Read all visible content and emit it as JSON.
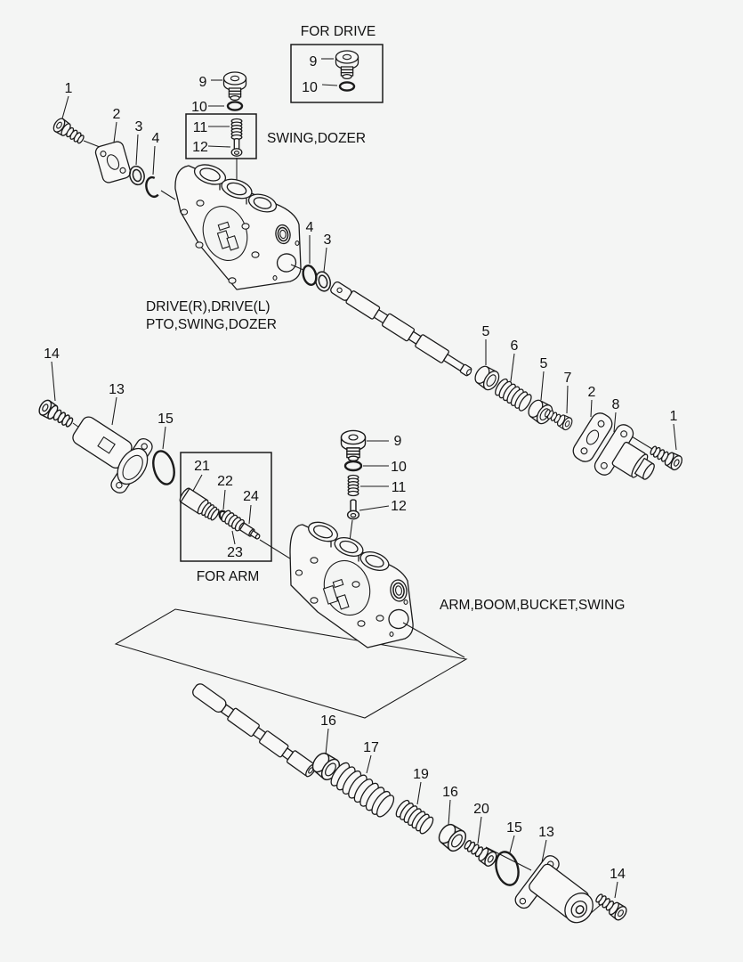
{
  "palette": {
    "background": "#f4f5f4",
    "line": "#1b1b1b"
  },
  "labels": {
    "for_drive_title": "FOR DRIVE",
    "swing_dozer": "SWING,DOZER",
    "valve1_line1": "DRIVE(R),DRIVE(L)",
    "valve1_line2": "PTO,SWING,DOZER",
    "for_arm": "FOR ARM",
    "valve2": "ARM,BOOM,BUCKET,SWING"
  },
  "callouts": {
    "for_drive": {
      "plug": "9",
      "oring": "10"
    },
    "top_left": {
      "bolt": "1",
      "plate": "2",
      "seal": "3",
      "ring": "4"
    },
    "valve1_top": {
      "plug": "9",
      "oring": "10",
      "spring": "11",
      "poppet": "12"
    },
    "valve1_right": {
      "ring": "4",
      "seal": "3"
    },
    "spool1": {
      "seat_a": "5",
      "spring": "6",
      "seat_b": "5",
      "bolt": "7",
      "plate": "2",
      "cap": "8",
      "cap_bolt": "1"
    },
    "left_mid": {
      "bolt": "14",
      "cover": "13",
      "oring": "15"
    },
    "for_arm": {
      "plug": "21",
      "oring": "22",
      "spring": "23",
      "poppet": "24"
    },
    "valve2_top": {
      "plug": "9",
      "oring": "10",
      "spring": "11",
      "poppet": "12"
    },
    "spool2": {
      "seat_a": "16",
      "spring_big": "17",
      "spring_small": "19",
      "seat_b": "16",
      "bolt": "20",
      "oring": "15",
      "cover": "13",
      "cover_bolt": "14"
    }
  }
}
